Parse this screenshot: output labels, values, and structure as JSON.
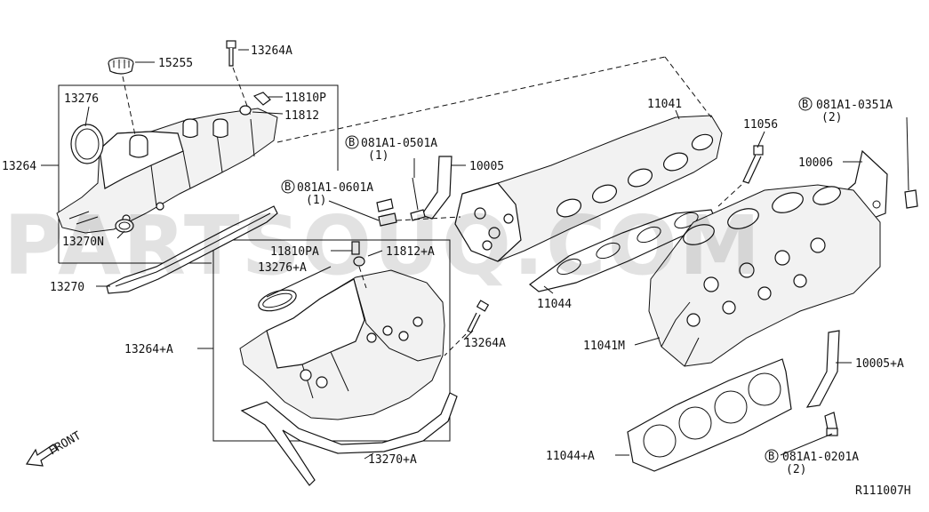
{
  "watermark": "PARTSOUQ.COM",
  "reference_code": "R111007H",
  "front_label": "FRONT",
  "labels": {
    "p15255": "15255",
    "p13264A_top": "13264A",
    "p11810P": "11810P",
    "p11812": "11812",
    "p13276": "13276",
    "p13264": "13264",
    "p13270N": "13270N",
    "p13270": "13270",
    "p081A1_0501A": "081A1-0501A",
    "p081A1_0501A_qty": "(1)",
    "p10005": "10005",
    "p081A1_0601A": "081A1-0601A",
    "p081A1_0601A_qty": "(1)",
    "p11041": "11041",
    "p11056": "11056",
    "p081A1_0351A": "081A1-0351A",
    "p081A1_0351A_qty": "(2)",
    "p10006": "10006",
    "p11810PA": "11810PA",
    "p11812A": "11812+A",
    "p13276A": "13276+A",
    "p13264PlusA": "13264+A",
    "p13264A_mid": "13264A",
    "p11044": "11044",
    "p11041M": "11041M",
    "p10005A": "10005+A",
    "p11044A": "11044+A",
    "p13270A": "13270+A",
    "p081A1_0201A": "081A1-0201A",
    "p081A1_0201A_qty": "(2)",
    "bolt_marker": "B"
  }
}
